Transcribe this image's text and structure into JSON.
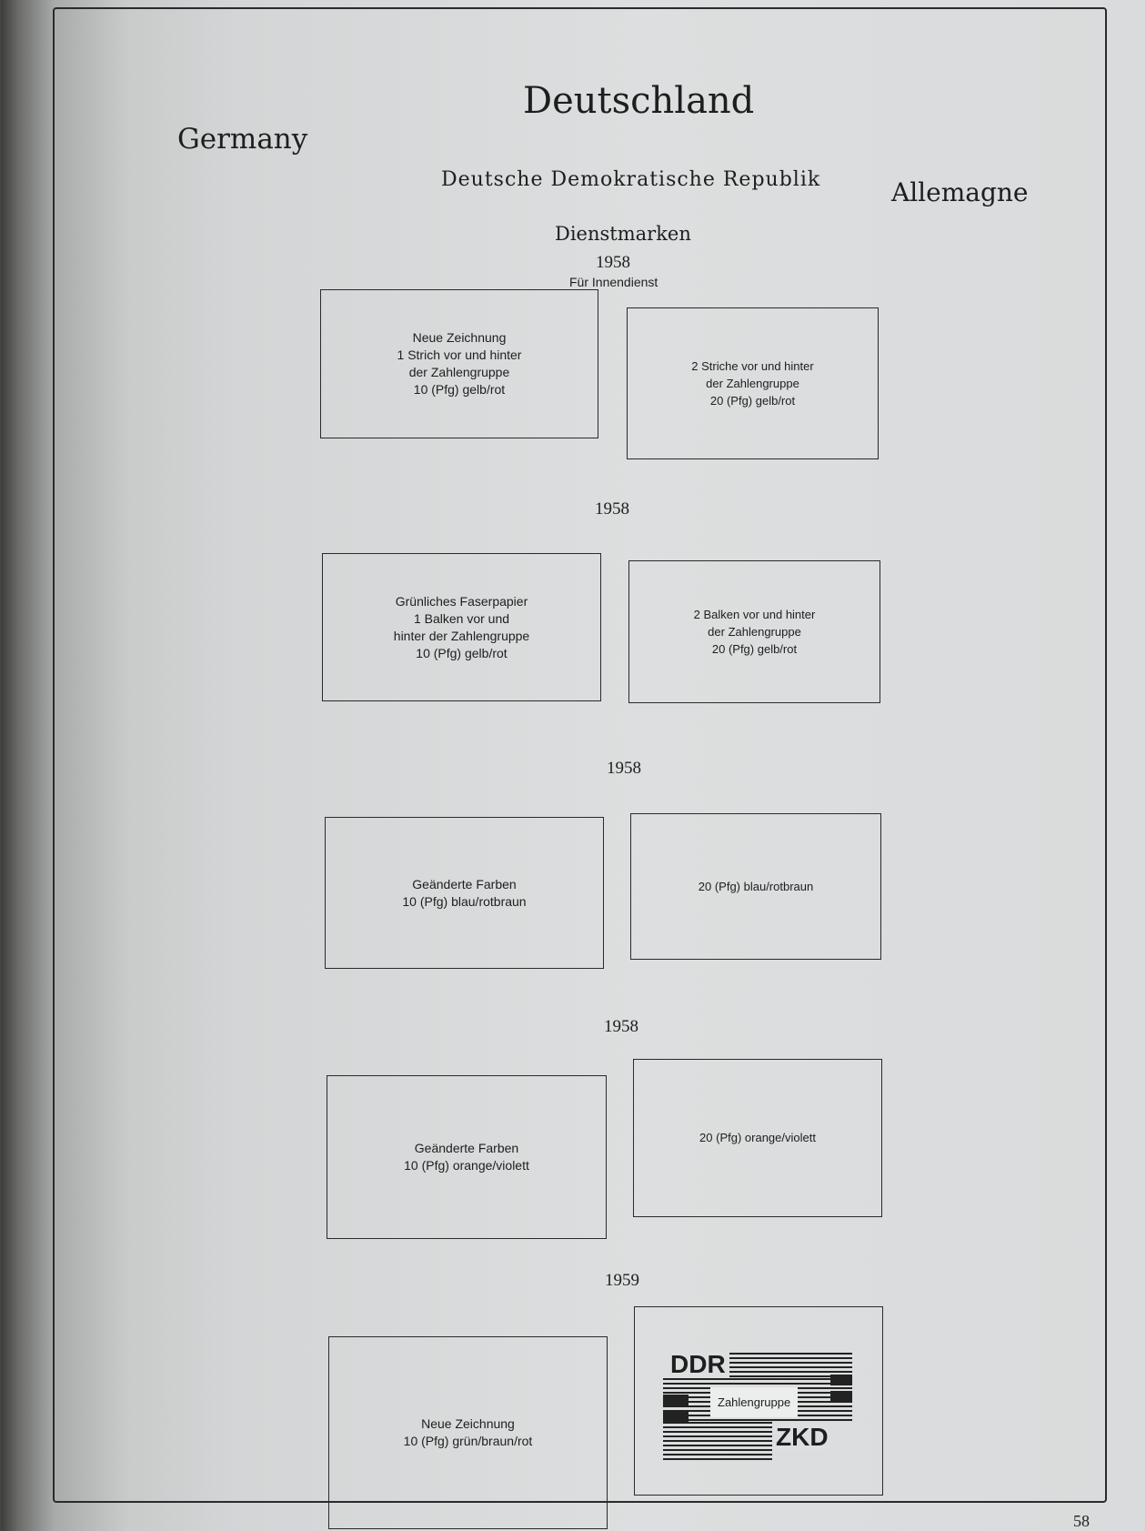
{
  "header": {
    "title": "Deutschland",
    "left": "Germany",
    "right": "Allemagne",
    "country": "Deutsche Demokratische Republik",
    "section": "Dienstmarken"
  },
  "sections": [
    {
      "year": "1958",
      "subtitle": "Für Innendienst",
      "left": [
        "Neue Zeichnung",
        "1 Strich vor und hinter",
        "der Zahlengruppe",
        "10 (Pfg) gelb/rot"
      ],
      "right": [
        "2 Striche vor und hinter",
        "der Zahlengruppe",
        "20 (Pfg) gelb/rot"
      ]
    },
    {
      "year": "1958",
      "left": [
        "Grünliches Faserpapier",
        "1 Balken vor und",
        "hinter der Zahlengruppe",
        "10 (Pfg) gelb/rot"
      ],
      "right": [
        "2 Balken vor und hinter",
        "der Zahlengruppe",
        "20 (Pfg) gelb/rot"
      ]
    },
    {
      "year": "1958",
      "left": [
        "Geänderte Farben",
        "10 (Pfg) blau/rotbraun"
      ],
      "right": [
        "20 (Pfg) blau/rotbraun"
      ]
    },
    {
      "year": "1958",
      "left": [
        "Geänderte Farben",
        "10 (Pfg) orange/violett"
      ],
      "right": [
        "20 (Pfg) orange/violett"
      ]
    },
    {
      "year": "1959",
      "left": [
        "Neue Zeichnung",
        "10 (Pfg) grün/braun/rot"
      ],
      "right_logo": {
        "top": "DDR",
        "middle": "Zahlengruppe",
        "bottom": "ZKD"
      }
    }
  ],
  "page_number": "58"
}
